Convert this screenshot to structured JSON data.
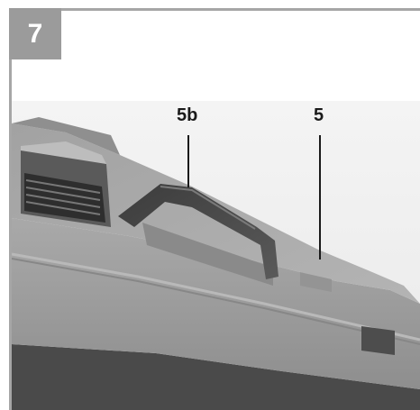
{
  "figure": {
    "number": "7",
    "badge_color": "#9b9b9b",
    "border_color": "#a6a6a6"
  },
  "callouts": [
    {
      "label": "5b"
    },
    {
      "label": "5"
    }
  ],
  "photo": {
    "subject": "machine-housing-with-carry-handle",
    "tone": "grayscale"
  }
}
